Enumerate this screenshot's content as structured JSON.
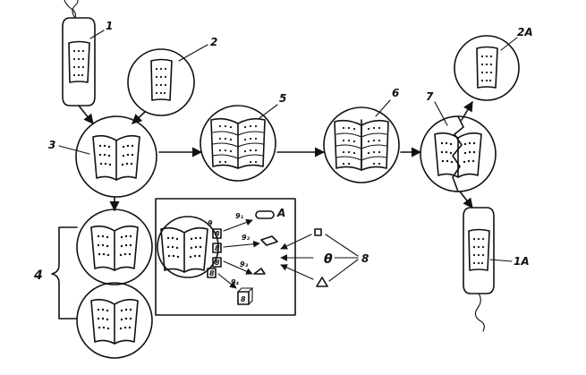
{
  "labels": {
    "l1": "1",
    "l2": "2",
    "l2a": "2A",
    "l3": "3",
    "l4": "4",
    "l5": "5",
    "l6": "6",
    "l7": "7",
    "l8": "8",
    "l9": "9",
    "l1a": "1A",
    "g1": "9₁",
    "g2": "9₂",
    "g3": "9₃",
    "g4": "9₄",
    "A": "A",
    "theta": "θ",
    "b1": "8",
    "b2": "8",
    "b3": "8",
    "b4": "8"
  }
}
